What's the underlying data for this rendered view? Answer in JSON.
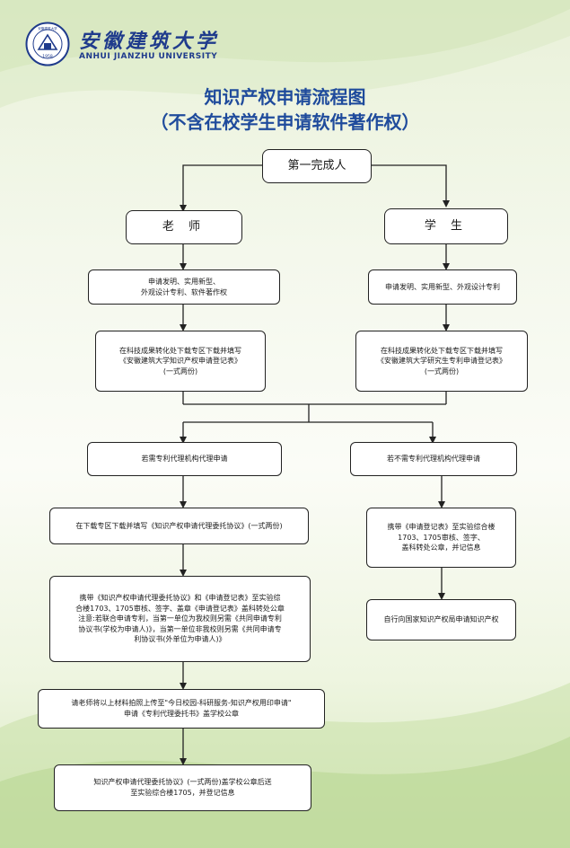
{
  "header": {
    "university_cn": "安徽建筑大学",
    "university_en": "ANHUI JIANZHU UNIVERSITY",
    "seal_text": "安徽建筑大学",
    "seal_year": "1958"
  },
  "title": {
    "line1": "知识产权申请流程图",
    "line2": "（不含在校学生申请软件著作权）"
  },
  "nodes": {
    "first": "第一完成人",
    "teacher": "老 师",
    "student": "学 生",
    "teacher_types": "申请发明、实用新型、\n外观设计专利、软件著作权",
    "student_types": "申请发明、实用新型、外观设计专利",
    "teacher_form": "在科技成果转化处下载专区下载并填写\n《安徽建筑大学知识产权申请登记表》\n(一式两份)",
    "student_form": "在科技成果转化处下载专区下载并填写\n《安徽建筑大学研究生专利申请登记表》\n(一式两份)",
    "need_agent": "若需专利代理机构代理申请",
    "no_agent": "若不需专利代理机构代理申请",
    "download_agreement": "在下载专区下载并填写《知识产权申请代理委托协议》(一式两份)",
    "bring_docs": "携带《知识产权申请代理委托协议》和《申请登记表》至实验综\n合楼1703、1705审核、签字、盖章《申请登记表》盖科转处公章\n注意:若联合申请专利，当第一单位为我校则另需《共同申请专利\n协议书(学校为申请人)》，当第一单位非我校则另需《共同申请专\n利协议书(外单位为申请人)》",
    "upload": "请老师将以上材料拍照上传至\"今日校园-科研服务-知识产权用印申请\"\n申请《专利代理委托书》盖学校公章",
    "final_stamp": "知识产权申请代理委托协议》(一式两份)盖学校公章后送\n至实验综合楼1705，并登记信息",
    "no_agent_bring": "携带《申请登记表》至实验综合楼\n1703、1705审核、签字、\n盖科转处公章，并记信息",
    "self_apply": "自行向国家知识产权局申请知识产权"
  },
  "colors": {
    "title": "#1f4b9c",
    "logo": "#1f3b8c",
    "border": "#222222",
    "background_green": "#d8e9bf"
  }
}
